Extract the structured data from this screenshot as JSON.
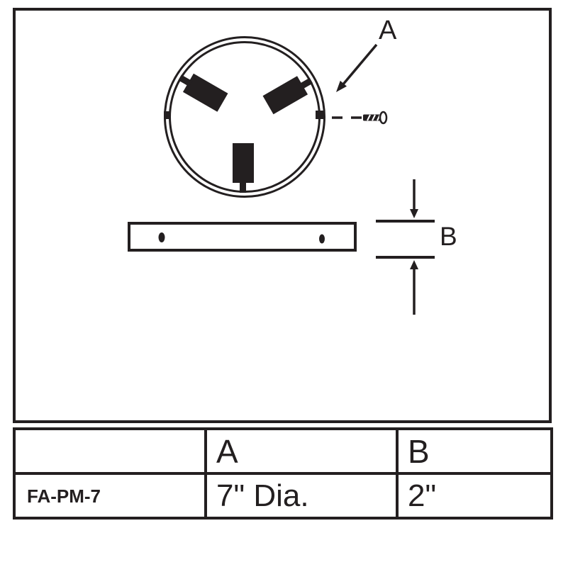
{
  "colors": {
    "ink": "#231f20",
    "paper": "#ffffff"
  },
  "drawing": {
    "circle_label": "A",
    "thickness_label": "B"
  },
  "table": {
    "header": {
      "part": "",
      "col_a": "A",
      "col_b": "B"
    },
    "row": {
      "part": "FA-PM-7",
      "col_a": "7\" Dia.",
      "col_b": "2\""
    }
  }
}
